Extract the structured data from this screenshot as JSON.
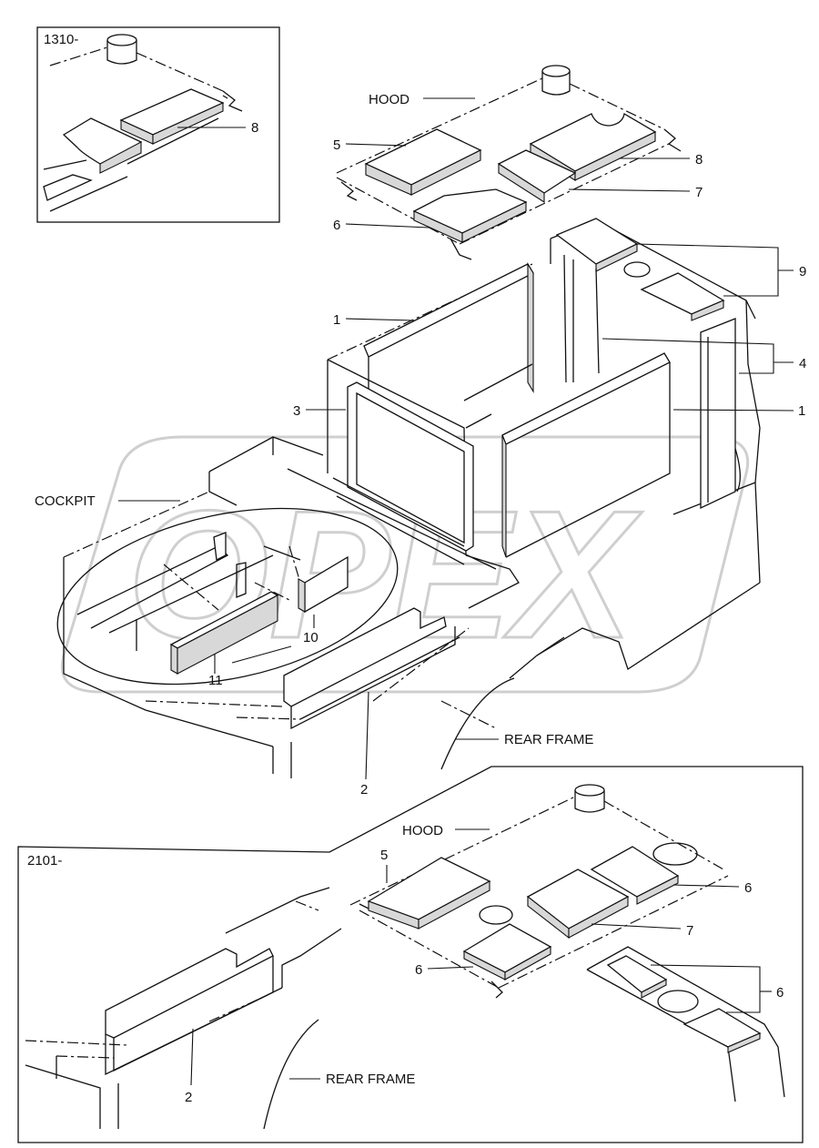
{
  "watermark": "OPEX",
  "corner_code": "",
  "main": {
    "labels": {
      "hood": "HOOD",
      "cockpit": "COCKPIT",
      "rear_frame": "REAR FRAME"
    },
    "callouts": {
      "p1_left": "1",
      "p1_right": "1",
      "p2": "2",
      "p3": "3",
      "p4": "4",
      "p5": "5",
      "p6": "6",
      "p7": "7",
      "p8": "8",
      "p9": "9",
      "p10": "10",
      "p11": "11"
    }
  },
  "inset_top": {
    "serial": "1310-",
    "callouts": {
      "p8": "8"
    }
  },
  "inset_bottom": {
    "serial": "2101-",
    "labels": {
      "hood": "HOOD",
      "rear_frame": "REAR FRAME"
    },
    "callouts": {
      "p2": "2",
      "p5": "5",
      "p6_top": "6",
      "p6_left": "6",
      "p6_right": "6",
      "p7": "7"
    }
  }
}
